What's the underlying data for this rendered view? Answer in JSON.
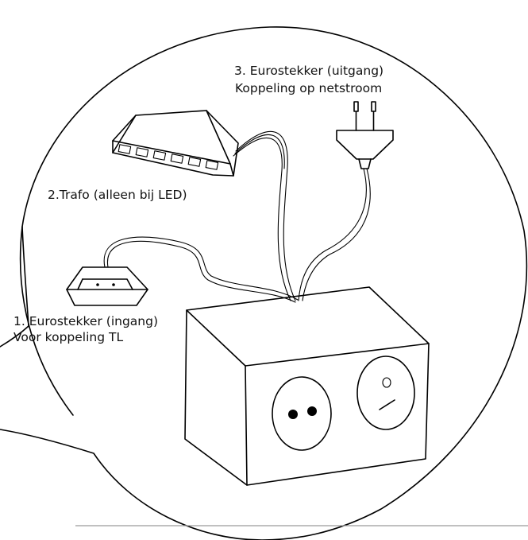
{
  "labels": {
    "plug_output_line1": "3. Eurostekker (uitgang)",
    "plug_output_line2": "Koppeling op netstroom",
    "trafo": "2.Trafo (alleen bij LED)",
    "plug_input_line1": "1. Eurostekker (ingang)",
    "plug_input_line2": "Voor koppeling TL"
  }
}
